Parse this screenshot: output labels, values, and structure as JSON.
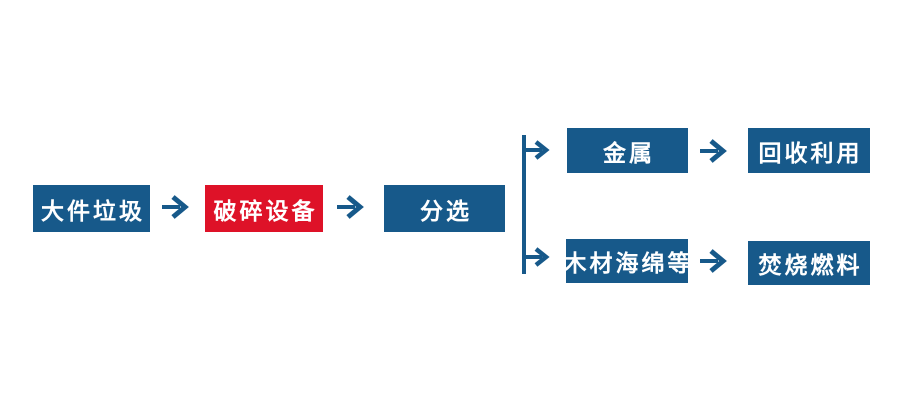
{
  "colors": {
    "background": "#FFFFFF",
    "node_blue": "#17598A",
    "node_red": "#DE1228",
    "arrow_blue": "#17598A",
    "label_text": "#FFFFFF"
  },
  "flowchart": {
    "nodes": {
      "bulky_waste": {
        "label": "大件垃圾"
      },
      "crushing_equipment": {
        "label": "破碎设备"
      },
      "sorting": {
        "label": "分选"
      },
      "metal": {
        "label": "金属"
      },
      "recycling": {
        "label": "回收利用"
      },
      "wood_sponge": {
        "label": "木材海绵等"
      },
      "incineration_fuel": {
        "label": "焚烧燃料"
      }
    }
  }
}
